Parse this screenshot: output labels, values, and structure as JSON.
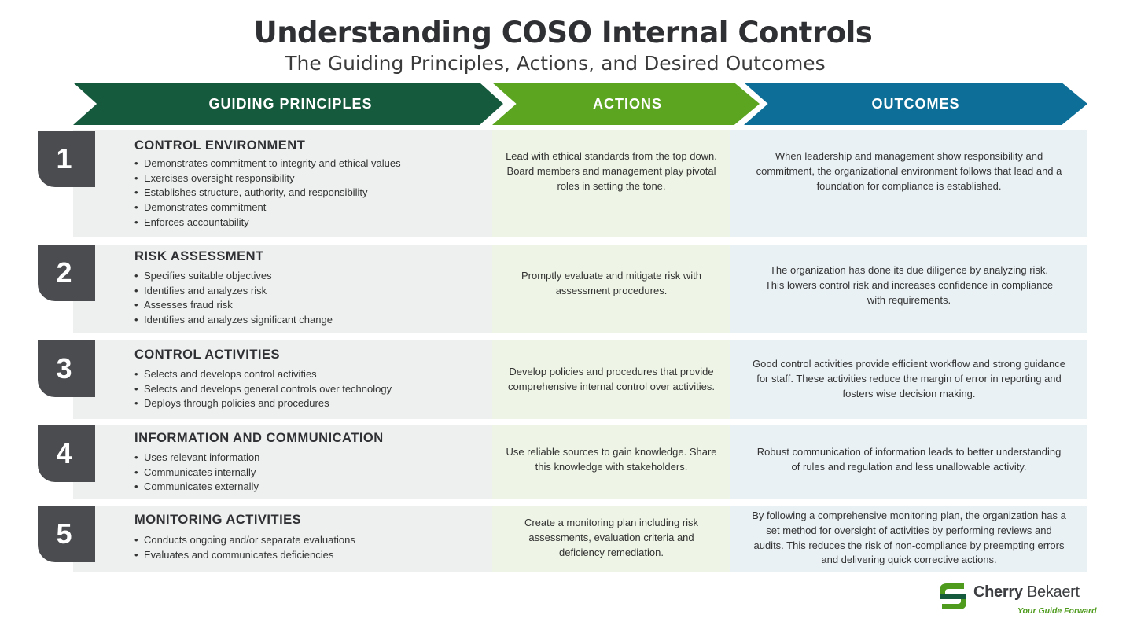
{
  "title": "Understanding COSO Internal Controls",
  "subtitle": "The Guiding Principles, Actions, and Desired Outcomes",
  "headers": {
    "principles": "GUIDING PRINCIPLES",
    "actions": "ACTIONS",
    "outcomes": "OUTCOMES"
  },
  "colors": {
    "principles": "#165a3d",
    "actions": "#5ca521",
    "outcomes": "#0d6f97",
    "number_badge": "#4a4c4f"
  },
  "rows": [
    {
      "number": "1",
      "heading": "CONTROL ENVIRONMENT",
      "bullets": [
        "Demonstrates commitment to integrity and ethical values",
        "Exercises oversight responsibility",
        "Establishes structure, authority, and responsibility",
        "Demonstrates commitment",
        "Enforces accountability"
      ],
      "action": "Lead with ethical standards from the top down. Board members and management play pivotal roles in setting the tone.",
      "outcome": "When leadership and management show responsibility and commitment, the organizational environment follows that lead and a foundation for compliance is established."
    },
    {
      "number": "2",
      "heading": "RISK ASSESSMENT",
      "bullets": [
        "Specifies suitable objectives",
        "Identifies and analyzes risk",
        "Assesses fraud risk",
        "Identifies and analyzes significant change"
      ],
      "action": "Promptly evaluate and mitigate risk with assessment procedures.",
      "outcome": "The organization has done its due diligence by analyzing risk. This lowers control risk and increases confidence in compliance with requirements."
    },
    {
      "number": "3",
      "heading": "CONTROL ACTIVITIES",
      "bullets": [
        "Selects and develops control activities",
        "Selects and develops general controls over technology",
        "Deploys through policies and procedures"
      ],
      "action": "Develop policies and procedures that provide comprehensive internal control over activities.",
      "outcome": "Good control activities provide efficient workflow and strong guidance for staff. These activities reduce the margin of error in reporting and fosters wise decision making."
    },
    {
      "number": "4",
      "heading": "INFORMATION AND COMMUNICATION",
      "bullets": [
        "Uses relevant information",
        "Communicates internally",
        "Communicates externally"
      ],
      "action": "Use reliable sources to gain knowledge. Share this knowledge with stakeholders.",
      "outcome": "Robust communication of information leads to better understanding of rules and regulation and less unallowable activity."
    },
    {
      "number": "5",
      "heading": "MONITORING ACTIVITIES",
      "bullets": [
        "Conducts ongoing and/or separate evaluations",
        "Evaluates and communicates deficiencies"
      ],
      "action": "Create a monitoring plan including risk assessments, evaluation criteria and deficiency remediation.",
      "outcome": "By following a comprehensive monitoring plan, the organization has a set method for oversight of activities by performing reviews and audits. This reduces the risk of non-compliance by preempting errors and delivering quick corrective actions."
    }
  ],
  "logo": {
    "name_bold": "Cherry",
    "name_light": "Bekaert",
    "tagline": "Your Guide Forward",
    "icon": "cherry-bekaert-logo-mark"
  }
}
